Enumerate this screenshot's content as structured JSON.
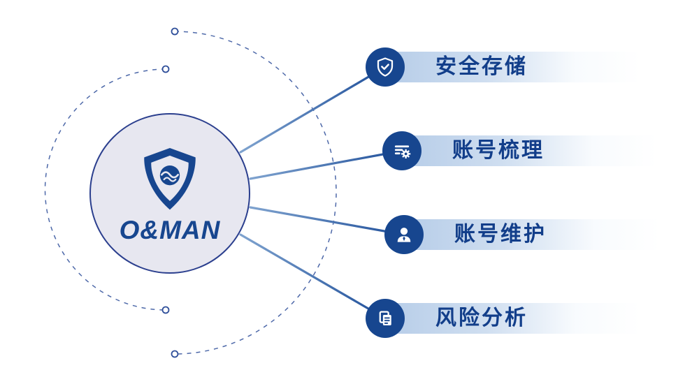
{
  "brand": {
    "logo_text": "O&MAN",
    "logo_icon": "shield-wave-icon"
  },
  "features": [
    {
      "label": "安全存储",
      "icon": "shield-check-icon"
    },
    {
      "label": "账号梳理",
      "icon": "account-list-gear-icon"
    },
    {
      "label": "账号维护",
      "icon": "user-icon"
    },
    {
      "label": "风险分析",
      "icon": "documents-icon"
    }
  ],
  "colors": {
    "primary": "#17468f",
    "label_text": "#123e8a",
    "bar_gradient_start": "#b5cce8",
    "line_light": "#7fa3cf",
    "line_dark": "#1f4f9a",
    "circle_fill": "#e7e7f0",
    "circle_border": "#2b3f8e",
    "dashed_arc": "#2f4f9a"
  }
}
